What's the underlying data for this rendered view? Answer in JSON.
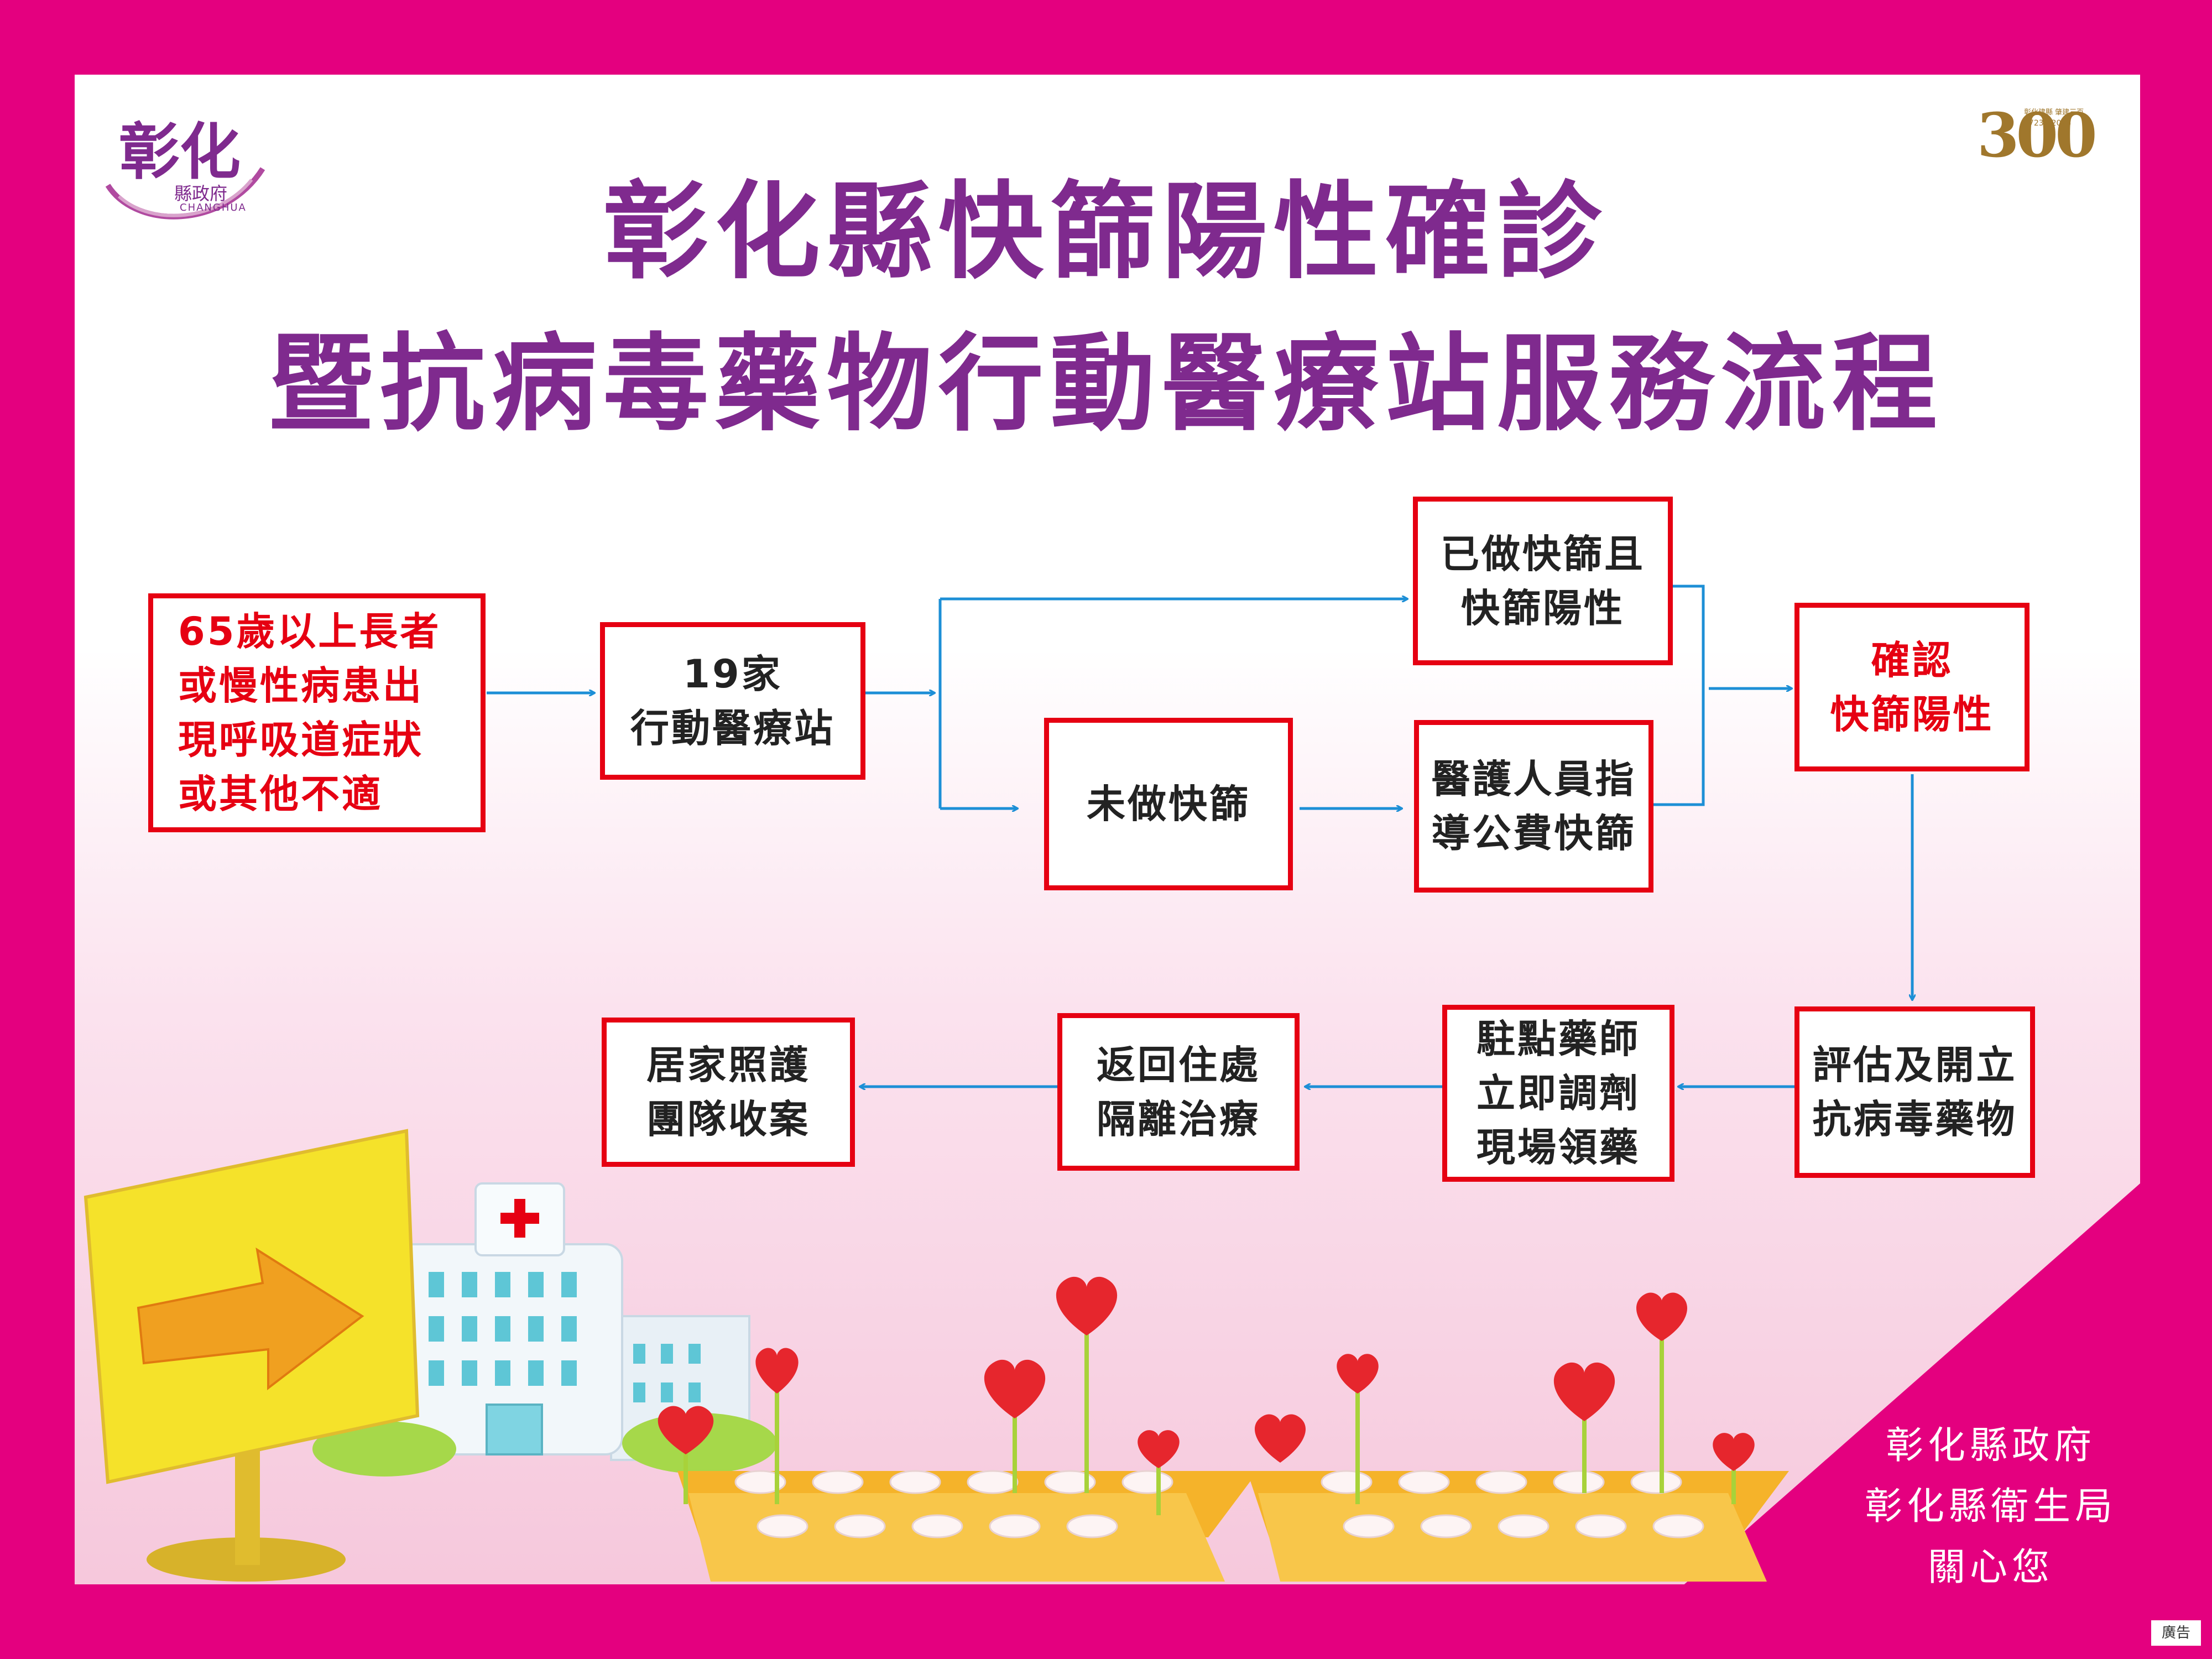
{
  "title": {
    "line1": "彰化縣快篩陽性確診",
    "line2": "暨抗病毒藥物行動醫療站服務流程"
  },
  "logo_left": {
    "big": "彰化",
    "small": "縣政府",
    "en": "CHANGHUA"
  },
  "logo_right": {
    "big": "300",
    "small_top": "彰化建縣 肇建三百",
    "years": "1723－2023"
  },
  "flow": {
    "start": "65歲以上長者\n或慢性病患出\n現呼吸道症狀\n或其他不適",
    "station": "19家\n行動醫療站",
    "tested_positive": "已做快篩且\n快篩陽性",
    "not_tested": "未做快篩",
    "guided_test": "醫護人員指\n導公費快篩",
    "confirm": "確認\n快篩陽性",
    "prescribe": "評估及開立\n抗病毒藥物",
    "pharmacist": "駐點藥師\n立即調劑\n現場領藥",
    "isolation": "返回住處\n隔離治療",
    "home_care": "居家照護\n團隊收案"
  },
  "footer": {
    "line1": "彰化縣政府",
    "line2": "彰化縣衛生局",
    "line3": "關心您"
  },
  "ad_label": "廣告",
  "colors": {
    "frame": "#e4007f",
    "title": "#7f2a8e",
    "box_border": "#e60012",
    "arrow": "#1d8fd6",
    "gold": "#a0772c"
  },
  "icons": [
    "hospital-icon",
    "arrow-sign-icon",
    "heart-pill-icon"
  ]
}
